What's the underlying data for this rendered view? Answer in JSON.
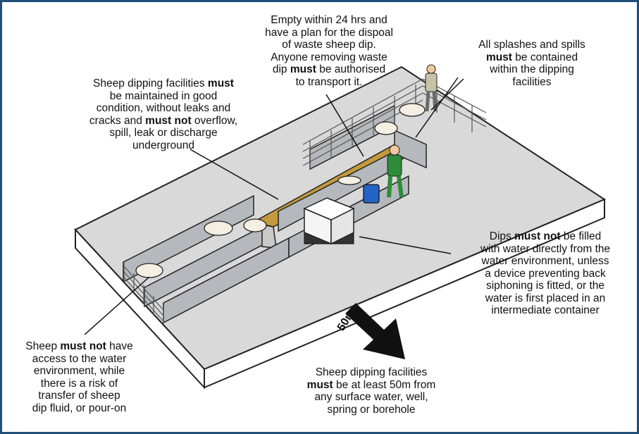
{
  "colors": {
    "border": "#1f4e79",
    "ground_top": "#d9d9d9",
    "ground_side": "#ffffff",
    "dip_fluid": "#c49a3c",
    "fence": "#b5b9bd",
    "worker_clothes": "#2e8b3a",
    "container_drum": "#2563c7"
  },
  "distance_label": "50m",
  "captions": {
    "empty_within_24": {
      "lines": [
        [
          {
            "t": "Empty within 24 hrs and"
          }
        ],
        [
          {
            "t": "have a plan for the dispoal"
          }
        ],
        [
          {
            "t": "of waste sheep dip."
          }
        ],
        [
          {
            "t": "Anyone removing waste"
          }
        ],
        [
          {
            "t": "dip "
          },
          {
            "t": "must",
            "b": true
          },
          {
            "t": " be authorised"
          }
        ],
        [
          {
            "t": "to transport it."
          }
        ]
      ]
    },
    "splashes": {
      "lines": [
        [
          {
            "t": "All splashes and spills"
          }
        ],
        [
          {
            "t": "must",
            "b": true
          },
          {
            "t": " be contained"
          }
        ],
        [
          {
            "t": "within the dipping"
          }
        ],
        [
          {
            "t": "facilities"
          }
        ]
      ]
    },
    "maintained": {
      "lines": [
        [
          {
            "t": "Sheep dipping facilities "
          },
          {
            "t": "must",
            "b": true
          }
        ],
        [
          {
            "t": "be maintained in good"
          }
        ],
        [
          {
            "t": "condition, without leaks and"
          }
        ],
        [
          {
            "t": "cracks and "
          },
          {
            "t": "must not",
            "b": true
          },
          {
            "t": " overflow,"
          }
        ],
        [
          {
            "t": "spill, leak or discharge"
          }
        ],
        [
          {
            "t": "underground"
          }
        ]
      ]
    },
    "filling": {
      "lines": [
        [
          {
            "t": "Dips "
          },
          {
            "t": "must not",
            "b": true
          },
          {
            "t": " be filled"
          }
        ],
        [
          {
            "t": "with water directly from the"
          }
        ],
        [
          {
            "t": "water environment, unless"
          }
        ],
        [
          {
            "t": "a device preventing back"
          }
        ],
        [
          {
            "t": "siphoning is fitted, or the"
          }
        ],
        [
          {
            "t": "water is first placed in an"
          }
        ],
        [
          {
            "t": "intermediate container"
          }
        ]
      ]
    },
    "access": {
      "lines": [
        [
          {
            "t": "Sheep "
          },
          {
            "t": "must not",
            "b": true
          },
          {
            "t": " have"
          }
        ],
        [
          {
            "t": "access to the water"
          }
        ],
        [
          {
            "t": "environment, while"
          }
        ],
        [
          {
            "t": "there is a risk of"
          }
        ],
        [
          {
            "t": "transfer of sheep"
          }
        ],
        [
          {
            "t": "dip fluid, or pour-on"
          }
        ]
      ]
    },
    "distance": {
      "lines": [
        [
          {
            "t": "Sheep dipping facilities"
          }
        ],
        [
          {
            "t": "must",
            "b": true
          },
          {
            "t": " be at least 50m from"
          }
        ],
        [
          {
            "t": "any surface water, well,"
          }
        ],
        [
          {
            "t": "spring or borehole"
          }
        ]
      ]
    }
  }
}
